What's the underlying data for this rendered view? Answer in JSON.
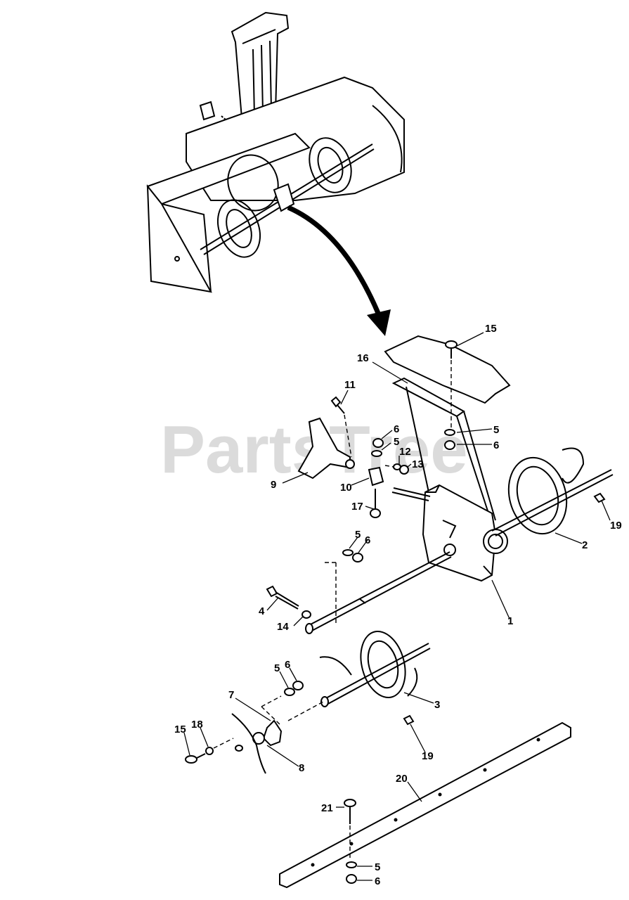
{
  "watermark": "PartsTree",
  "callouts": [
    {
      "id": "c15a",
      "text": "15"
    },
    {
      "id": "c16",
      "text": "16"
    },
    {
      "id": "c11",
      "text": "11"
    },
    {
      "id": "c6a",
      "text": "6"
    },
    {
      "id": "c5a",
      "text": "5"
    },
    {
      "id": "c5b",
      "text": "5"
    },
    {
      "id": "c6b",
      "text": "6"
    },
    {
      "id": "c12",
      "text": "12"
    },
    {
      "id": "c13",
      "text": "13"
    },
    {
      "id": "c9",
      "text": "9"
    },
    {
      "id": "c10",
      "text": "10"
    },
    {
      "id": "c17",
      "text": "17"
    },
    {
      "id": "c19a",
      "text": "19"
    },
    {
      "id": "c2",
      "text": "2"
    },
    {
      "id": "c5c",
      "text": "5"
    },
    {
      "id": "c6c",
      "text": "6"
    },
    {
      "id": "c4",
      "text": "4"
    },
    {
      "id": "c14",
      "text": "14"
    },
    {
      "id": "c1",
      "text": "1"
    },
    {
      "id": "c5d",
      "text": "5"
    },
    {
      "id": "c6d",
      "text": "6"
    },
    {
      "id": "c7",
      "text": "7"
    },
    {
      "id": "c3",
      "text": "3"
    },
    {
      "id": "c15b",
      "text": "15"
    },
    {
      "id": "c18",
      "text": "18"
    },
    {
      "id": "c8",
      "text": "8"
    },
    {
      "id": "c19b",
      "text": "19"
    },
    {
      "id": "c20",
      "text": "20"
    },
    {
      "id": "c21",
      "text": "21"
    },
    {
      "id": "c5e",
      "text": "5"
    },
    {
      "id": "c6e",
      "text": "6"
    }
  ]
}
